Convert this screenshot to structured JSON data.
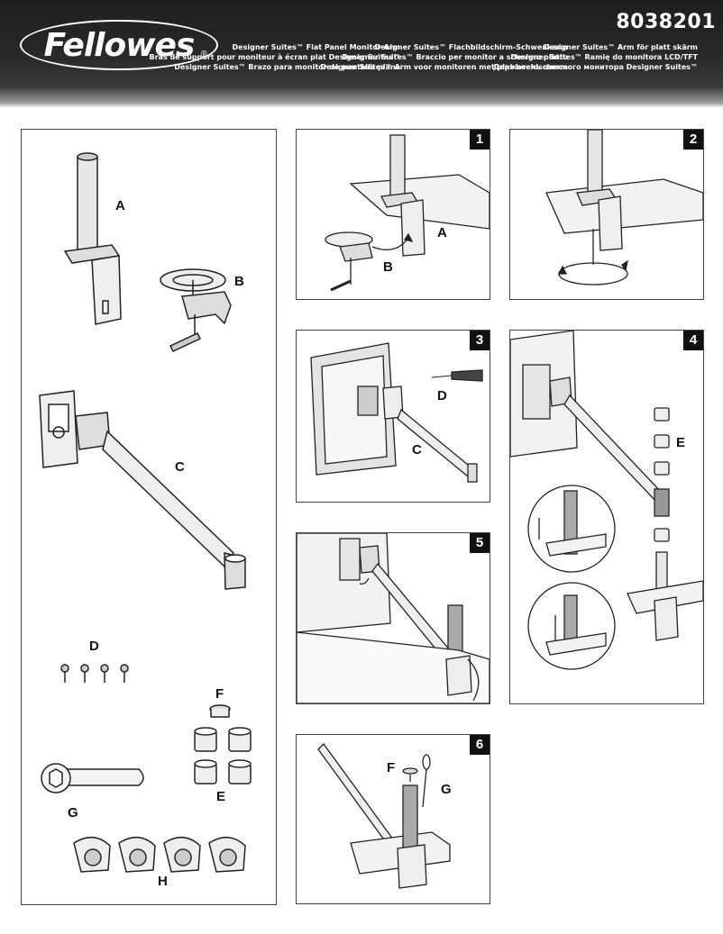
{
  "header": {
    "brand": "Fellowes",
    "registered": "®",
    "model": "8038201",
    "titles": {
      "col1": [
        "Designer Suites™ Flat Panel Monitor Arm",
        "Bras de support pour moniteur à écran plat Designer Suites™",
        "Designer Suites™ Brazo para monitor de pantalla plana"
      ],
      "col2": [
        "Designer Suites™ Flachbildschirm-Schwenkarm",
        "Designer Suites™ Braccio per monitor a schermo piatto",
        "Designer Suites™ Arm voor monitoren met plat beeldscherm"
      ],
      "col3": [
        "Designer Suites™ Arm för platt skärm",
        "Designer Suites™ Ramię do monitora LCD/TFT",
        "Держатель плоского монитора Designer Suites™"
      ]
    }
  },
  "parts": {
    "a": "A",
    "b": "B",
    "c": "C",
    "d": "D",
    "e": "E",
    "f": "F",
    "g": "G",
    "h": "H"
  },
  "steps": {
    "s1": {
      "num": "1",
      "a": "A",
      "b": "B"
    },
    "s2": {
      "num": "2"
    },
    "s3": {
      "num": "3",
      "c": "C",
      "d": "D"
    },
    "s4": {
      "num": "4",
      "e": "E"
    },
    "s5": {
      "num": "5"
    },
    "s6": {
      "num": "6",
      "f": "F",
      "g": "G"
    }
  }
}
